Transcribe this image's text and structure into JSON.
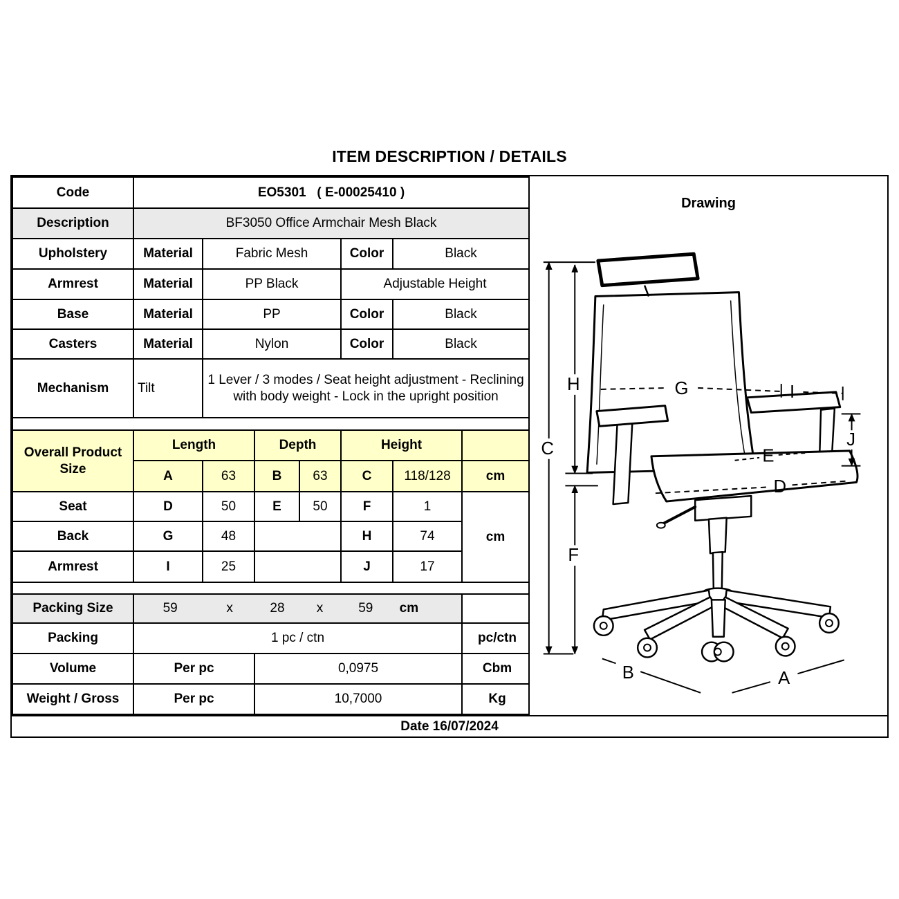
{
  "title": "ITEM DESCRIPTION / DETAILS",
  "colors": {
    "highlight": "#FFFFC9",
    "band_gray": "#EAEAEA",
    "border": "#000000"
  },
  "header": {
    "code_label": "Code",
    "code_value": "EO5301   ( E-00025410 )",
    "description_label": "Description",
    "description_value": "BF3050 Office Armchair Mesh Black"
  },
  "materials": [
    {
      "label": "Upholstery",
      "attr": "Material",
      "value": "Fabric Mesh",
      "attr2": "Color",
      "value2": "Black"
    },
    {
      "label": "Armrest",
      "attr": "Material",
      "value": "PP Black",
      "wide_value": "Adjustable Height"
    },
    {
      "label": "Base",
      "attr": "Material",
      "value": "PP",
      "attr2": "Color",
      "value2": "Black"
    },
    {
      "label": "Casters",
      "attr": "Material",
      "value": "Nylon",
      "attr2": "Color",
      "value2": "Black"
    }
  ],
  "mechanism": {
    "label": "Mechanism",
    "attr": "Tilt",
    "value": "1 Lever / 3 modes / Seat height adjustment - Reclining with body weight - Lock in the upright position"
  },
  "size_table": {
    "label": "Overall Product Size",
    "col_length": "Length",
    "col_depth": "Depth",
    "col_height": "Height",
    "overall": {
      "k1": "A",
      "v1": "63",
      "k2": "B",
      "v2": "63",
      "k3": "C",
      "v3": "118/128",
      "unit": "cm"
    },
    "seat": {
      "label": "Seat",
      "k1": "D",
      "v1": "50",
      "k2": "E",
      "v2": "50",
      "k3": "F",
      "v3": "1"
    },
    "back": {
      "label": "Back",
      "k1": "G",
      "v1": "48",
      "k3": "H",
      "v3": "74"
    },
    "armrest": {
      "label": "Armrest",
      "k1": "I",
      "v1": "25",
      "k3": "J",
      "v3": "17"
    },
    "unit": "cm"
  },
  "packing": {
    "size_label": "Packing Size",
    "size_v1": "59",
    "size_x1": "x",
    "size_v2": "28",
    "size_x2": "x",
    "size_v3": "59",
    "size_unit": "cm",
    "label": "Packing",
    "value": "1 pc / ctn",
    "unit": "pc/ctn",
    "volume_label": "Volume",
    "volume_attr": "Per pc",
    "volume_value": "0,0975",
    "volume_unit": "Cbm",
    "weight_label": "Weight / Gross",
    "weight_attr": "Per pc",
    "weight_value": "10,7000",
    "weight_unit": "Kg"
  },
  "date": "Date 16/07/2024",
  "drawing": {
    "label": "Drawing",
    "dims": {
      "A": "A",
      "B": "B",
      "C": "C",
      "D": "D",
      "E": "E",
      "F": "F",
      "G": "G",
      "H": "H",
      "I": "I",
      "J": "J"
    }
  }
}
